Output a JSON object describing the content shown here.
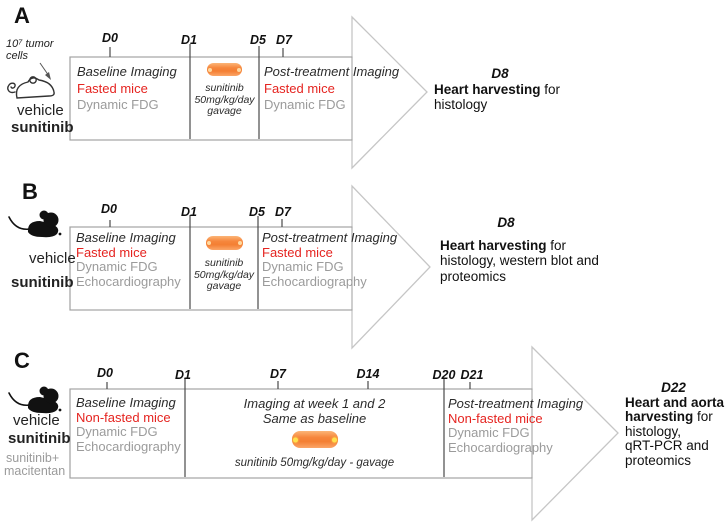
{
  "colors": {
    "red_text": "#e52420",
    "gray_text": "#9b9b9b",
    "dark_text": "#2b2b2b",
    "arrow_outline": "#c6c6c6",
    "box_outline": "#9e9e9e",
    "divider": "#4a4a4a",
    "pill_orange": "#f6863c",
    "pill_dot_yellow": "#ffe14d"
  },
  "panels": [
    {
      "label": "A",
      "cell_note_line1": "10⁷ tumor",
      "cell_note_line2": "cells",
      "groups": {
        "g1": "vehicle",
        "g2": "sunitinib"
      },
      "days": [
        "D0",
        "D1",
        "D5",
        "D7"
      ],
      "baseline": {
        "l1": "Baseline Imaging",
        "l2": "Fasted mice",
        "l3": "Dynamic FDG"
      },
      "drug": {
        "l1": "sunitinib",
        "l2": "50mg/kg/day",
        "l3": "gavage"
      },
      "post": {
        "l1": "Post-treatment Imaging",
        "l2": "Fasted mice",
        "l3": "Dynamic FDG"
      },
      "endpoint": {
        "day": "D8",
        "h_bold": "Heart harvesting",
        "h_rest": " for",
        "l2": "histology"
      }
    },
    {
      "label": "B",
      "groups": {
        "g1": "vehicle",
        "g2": "sunitinib"
      },
      "days": [
        "D0",
        "D1",
        "D5",
        "D7"
      ],
      "baseline": {
        "l1": "Baseline Imaging",
        "l2": "Fasted mice",
        "l3": "Dynamic FDG",
        "l4": "Echocardiography"
      },
      "drug": {
        "l1": "sunitinib",
        "l2": "50mg/kg/day",
        "l3": "gavage"
      },
      "post": {
        "l1": "Post-treatment Imaging",
        "l2": "Fasted mice",
        "l3": "Dynamic FDG",
        "l4": "Echocardiography"
      },
      "endpoint": {
        "day": "D8",
        "h_bold": "Heart harvesting",
        "h_rest": " for",
        "l2": "histology, western blot and",
        "l3": "proteomics"
      }
    },
    {
      "label": "C",
      "groups": {
        "g1": "vehicle",
        "g2": "sunitinib",
        "g3": "sunitinib+",
        "g4": "macitentan"
      },
      "days": [
        "D0",
        "D1",
        "D7",
        "D14",
        "D20",
        "D21"
      ],
      "baseline": {
        "l1": "Baseline Imaging",
        "l2": "Non-fasted mice",
        "l3": "Dynamic FDG",
        "l4": "Echocardiography"
      },
      "middle": {
        "l1": "Imaging at week 1 and 2",
        "l2": "Same as baseline",
        "l3": "sunitinib 50mg/kg/day - gavage"
      },
      "post": {
        "l1": "Post-treatment Imaging",
        "l2": "Non-fasted mice",
        "l3": "Dynamic FDG",
        "l4": "Echocardiography"
      },
      "endpoint": {
        "day": "D22",
        "h1_bold": "Heart and aorta",
        "h2_bold": "harvesting",
        "h2_rest": " for",
        "l3": "histology,",
        "l4": "qRT-PCR and",
        "l5": "proteomics"
      }
    }
  ]
}
